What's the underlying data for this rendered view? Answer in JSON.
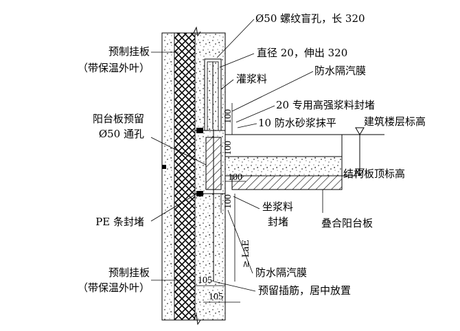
{
  "labels": {
    "panel_top_1": "预制挂板",
    "panel_top_2": "（带保温外叶）",
    "panel_bottom_1": "预制挂板",
    "panel_bottom_2": "（带保温外叶）",
    "hole_1": "阳台板预留",
    "hole_2": "Ø50 通孔",
    "pe_seal": "PE 条封堵",
    "blind_hole": "Ø50 螺纹盲孔，长 320",
    "bar_dia": "直径 20，伸出 320",
    "grout": "灌浆料",
    "membrane_top": "防水隔汽膜",
    "high_grout": "20 专用高强浆料封堵",
    "mortar": "10 防水砂浆抹平",
    "floor_level": "建筑楼层标高",
    "slab_top": "结构板顶标高",
    "grout_seal_1": "坐浆料",
    "grout_seal_2": "封堵",
    "balcony": "叠合阳台板",
    "membrane_bottom": "防水隔汽膜",
    "rebar": "预留插筋，居中放置",
    "lae": "≥ LaE"
  },
  "dimensions": {
    "d100_top": "100",
    "d100_mid": "100",
    "d100_side": "100",
    "d100_bottom": "100",
    "d105_a": "105",
    "d105_b": "105"
  }
}
